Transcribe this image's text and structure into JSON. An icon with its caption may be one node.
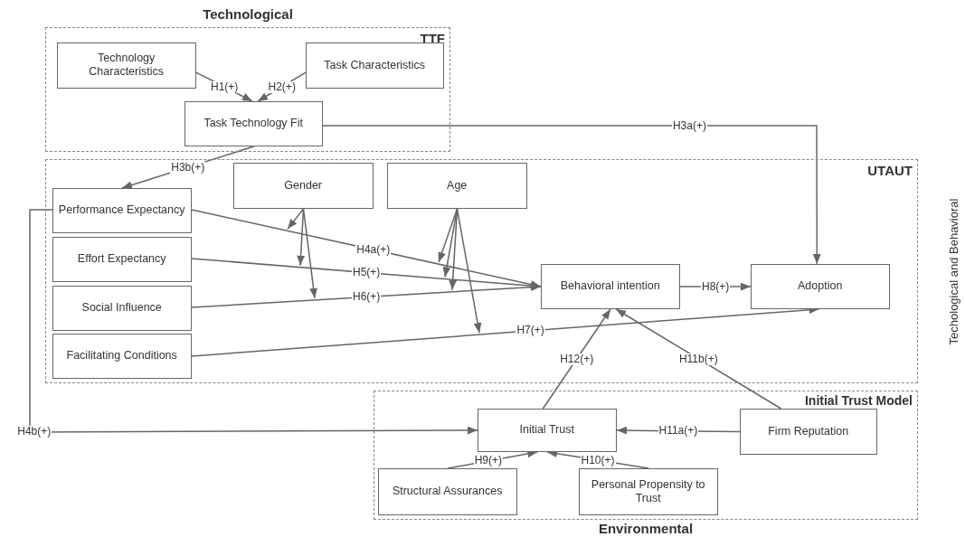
{
  "diagram": {
    "nodes": [
      {
        "text": [
          "Technological",
          "TTF"
        ]
      },
      {
        "text": [
          "Technology Characteristics"
        ],
        "in": 0
      },
      {
        "text": [
          "Task Characteristics"
        ],
        "in": 0
      },
      {
        "text": [
          "Task Technology Fit"
        ],
        "in": 0
      },
      {
        "text": [
          "UTAUT"
        ],
        "beside": [
          "Techological and Behavioral"
        ]
      },
      {
        "text": [
          "Performance Expectancy"
        ],
        "in": 4
      },
      {
        "text": [
          "Effort Expectancy"
        ],
        "in": 4
      },
      {
        "text": [
          "Social Influence"
        ],
        "in": 4
      },
      {
        "text": [
          "Facilitating Conditions"
        ],
        "in": 4
      },
      {
        "text": [
          "Gender"
        ],
        "in": 4
      },
      {
        "text": [
          "Age"
        ],
        "in": 4
      },
      {
        "text": [
          "Behavioral intention"
        ],
        "in": 4
      },
      {
        "text": [
          "Adoption"
        ],
        "in": 4
      },
      {
        "text": [
          "Initial Trust Model",
          "Environmental"
        ]
      },
      {
        "text": [
          "Initial Trust"
        ],
        "in": 13
      },
      {
        "text": [
          "Firm Reputation"
        ],
        "in": 13
      },
      {
        "text": [
          "Structural Assurances"
        ],
        "in": 13
      },
      {
        "text": [
          "Personal Propensity to Trust"
        ],
        "in": 13
      }
    ],
    "edges": [
      {
        "from": 1,
        "to": 3,
        "arrow": "to",
        "label": "H1(+)"
      },
      {
        "from": 2,
        "to": 3,
        "arrow": "to",
        "label": "H2(+)"
      },
      {
        "from": 3,
        "to": 12,
        "arrow": "to",
        "label": "H3a(+)"
      },
      {
        "from": 3,
        "to": 5,
        "arrow": "to",
        "label": "H3b(+)"
      },
      {
        "from": 5,
        "to": 11,
        "arrow": "to",
        "label": "H4a(+)"
      },
      {
        "from": 6,
        "to": 11,
        "arrow": "to",
        "label": "H5(+)"
      },
      {
        "from": 7,
        "to": 11,
        "arrow": "to",
        "label": "H6(+)"
      },
      {
        "from": 8,
        "to": 12,
        "arrow": "to",
        "label": "H7(+)"
      },
      {
        "from": 11,
        "to": 12,
        "arrow": "to",
        "label": "H8(+)"
      },
      {
        "from": 5,
        "to": 14,
        "arrow": "to",
        "label": "H4b(+)"
      },
      {
        "from": 14,
        "to": 11,
        "arrow": "to",
        "label": "H12(+)"
      },
      {
        "from": 15,
        "to": 11,
        "arrow": "to",
        "label": "H11b(+)"
      },
      {
        "from": 15,
        "to": 14,
        "arrow": "to",
        "label": "H11a(+)"
      },
      {
        "from": 16,
        "to": 14,
        "arrow": "to",
        "label": "H9(+)"
      },
      {
        "from": 17,
        "to": 14,
        "arrow": "to",
        "label": "H10(+)"
      },
      {
        "from": 9,
        "to": null,
        "arrow": "to"
      },
      {
        "from": 9,
        "to": null,
        "arrow": "to"
      },
      {
        "from": 9,
        "to": null,
        "arrow": "to"
      },
      {
        "from": 10,
        "to": null,
        "arrow": "to"
      },
      {
        "from": 10,
        "to": null,
        "arrow": "to"
      },
      {
        "from": 10,
        "to": null,
        "arrow": "to"
      },
      {
        "from": 10,
        "to": null,
        "arrow": "to"
      }
    ]
  }
}
